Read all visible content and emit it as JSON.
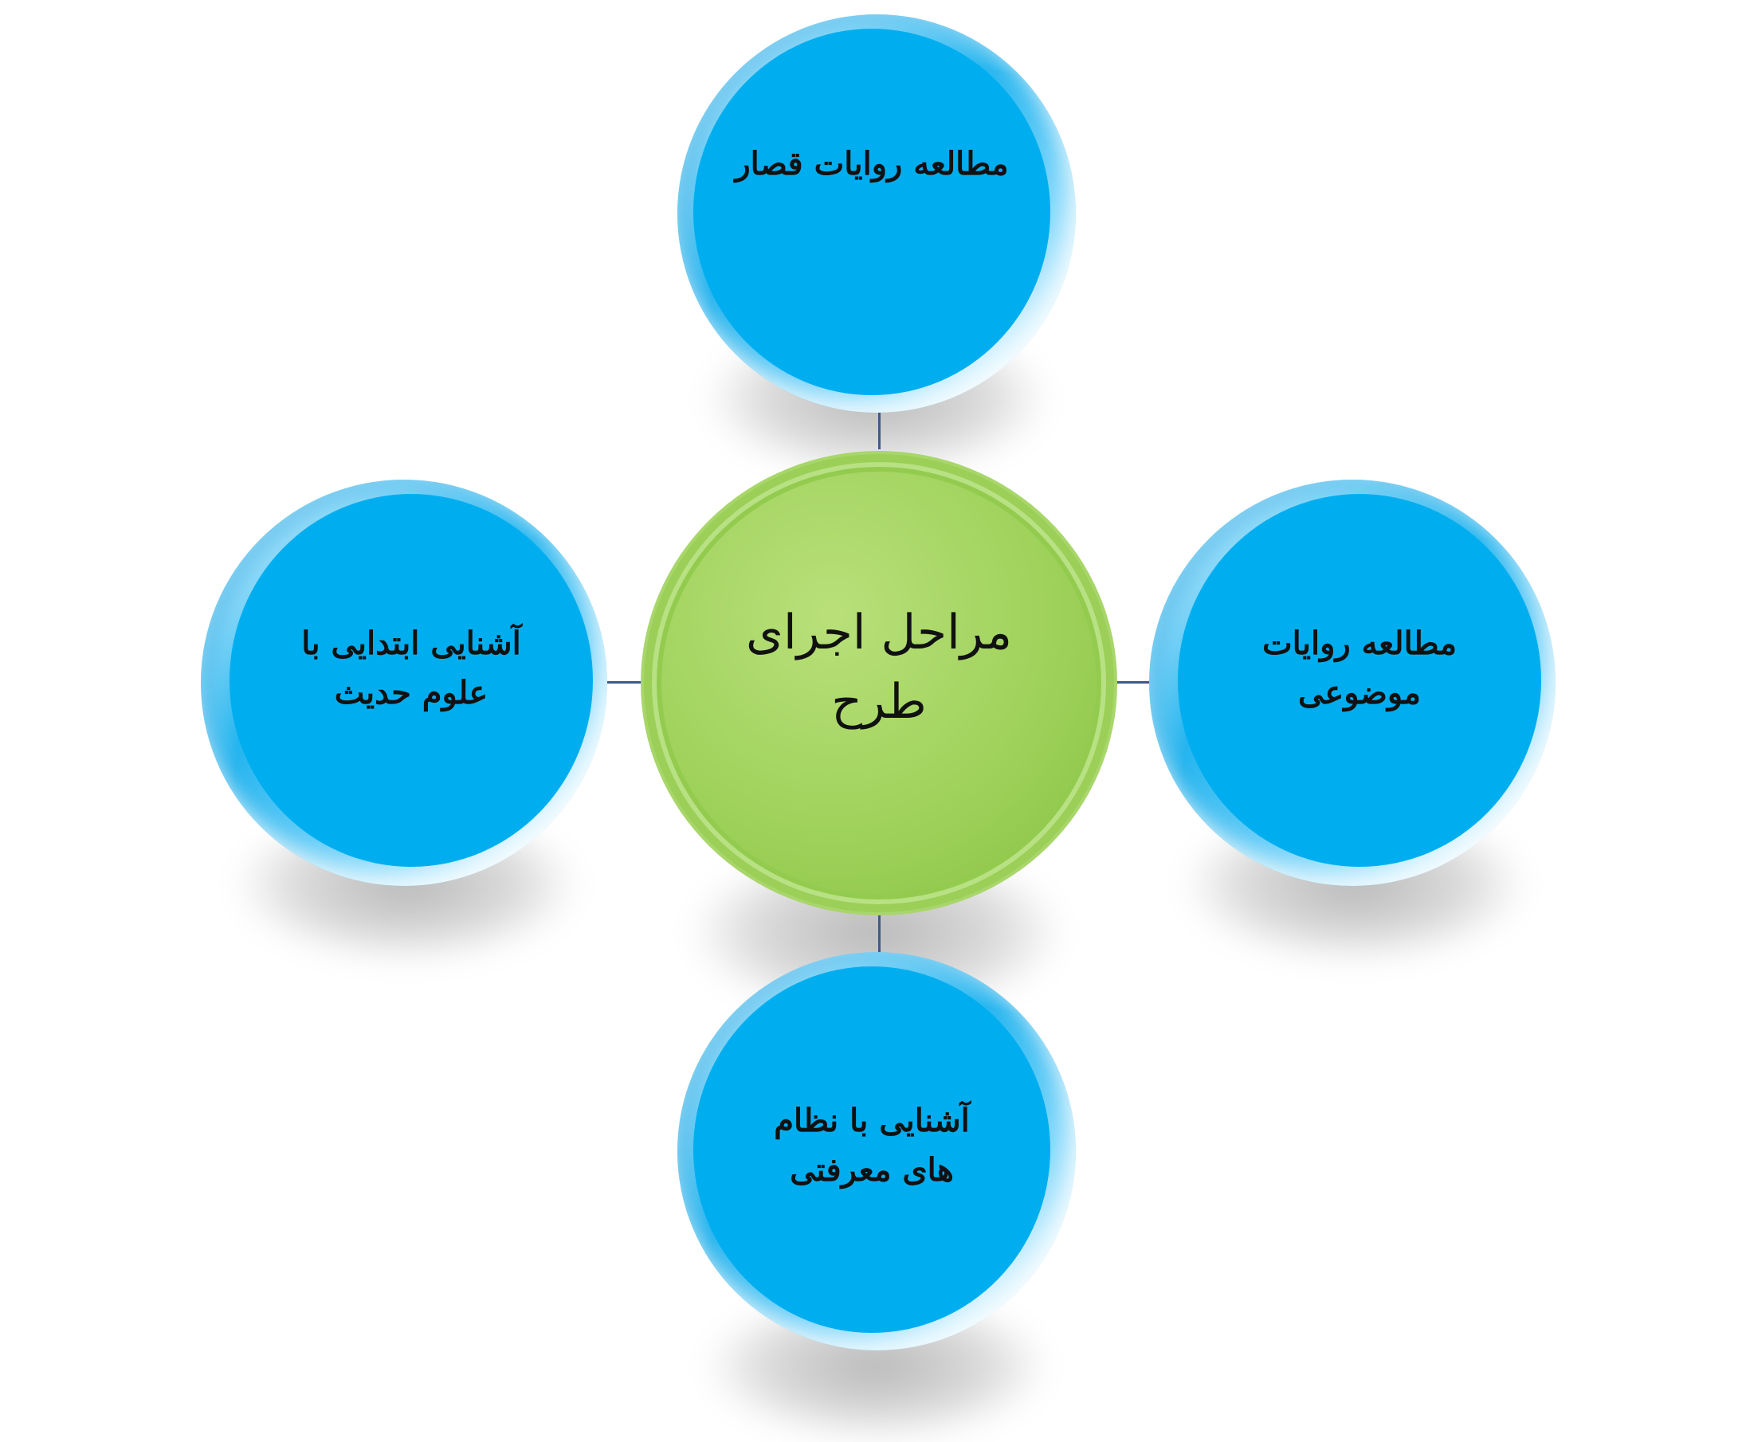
{
  "center": {
    "label": "مراحل اجرای طرح",
    "color": "#92d050"
  },
  "nodes": {
    "top": {
      "label": "مطالعه روایات قصار"
    },
    "right": {
      "label": "مطالعه روایات موضوعی"
    },
    "bottom": {
      "label": "آشنایی با نظام های معرفتی"
    },
    "left": {
      "label": "آشنایی ابتدایی با علوم حدیث"
    }
  },
  "colors": {
    "node": "#00aeef",
    "connector": "#3f5a85"
  }
}
